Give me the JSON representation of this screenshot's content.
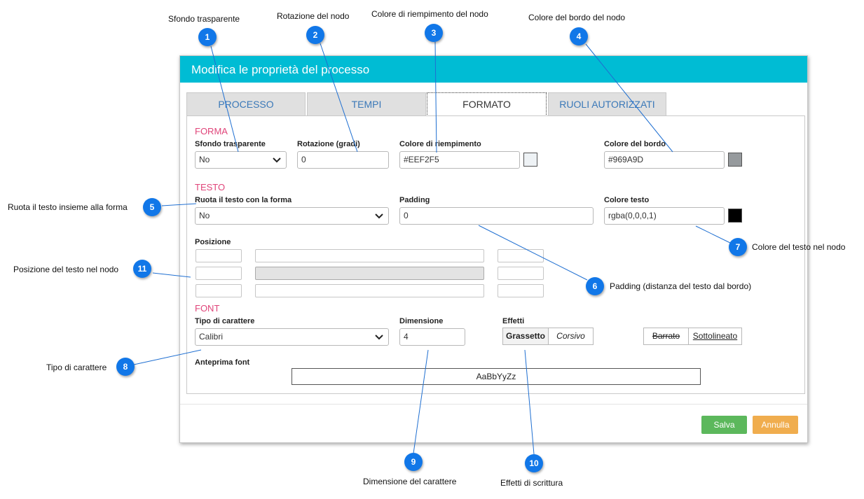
{
  "dialog": {
    "title": "Modifica le proprietà del processo",
    "tabs": [
      "PROCESSO",
      "TEMPI",
      "FORMATO",
      "RUOLI AUTORIZZATI"
    ],
    "colors": {
      "header": "#00bcd4",
      "section": "#e0457a",
      "tab_link": "#3a78b8",
      "save": "#5cb85c",
      "cancel": "#f0ad4e"
    }
  },
  "forma": {
    "heading": "FORMA",
    "transparent_label": "Sfondo trasparente",
    "transparent_value": "No",
    "rotation_label": "Rotazione (gradi)",
    "rotation_value": "0",
    "fill_label": "Colore di riempimento",
    "fill_value": "#EEF2F5",
    "fill_color": "#EEF2F5",
    "border_label": "Colore del bordo",
    "border_value": "#969A9D",
    "border_color": "#969A9D"
  },
  "testo": {
    "heading": "TESTO",
    "rotate_label": "Ruota il testo con la forma",
    "rotate_value": "No",
    "padding_label": "Padding",
    "padding_value": "0",
    "color_label": "Colore testo",
    "color_value": "rgba(0,0,0,1)",
    "color_swatch": "#000000",
    "position_label": "Posizione"
  },
  "font": {
    "heading": "FONT",
    "type_label": "Tipo di carattere",
    "type_value": "Calibri",
    "size_label": "Dimensione",
    "size_value": "4",
    "effects_label": "Effetti",
    "bold": "Grassetto",
    "italic": "Corsivo",
    "strike": "Barrato",
    "underline": "Sottolineato",
    "preview_label": "Anteprima font",
    "preview_text": "AaBbYyZz"
  },
  "buttons": {
    "save": "Salva",
    "cancel": "Annulla"
  },
  "annotations": {
    "n1": "1",
    "t1": "Sfondo trasparente",
    "n2": "2",
    "t2": "Rotazione del nodo",
    "n3": "3",
    "t3": "Colore di riempimento del nodo",
    "n4": "4",
    "t4": "Colore del bordo del nodo",
    "n5": "5",
    "t5": "Ruota il testo insieme alla forma",
    "n6": "6",
    "t6": "Padding (distanza del testo dal bordo)",
    "n7": "7",
    "t7": "Colore del testo nel nodo",
    "n8": "8",
    "t8": "Tipo di carattere",
    "n9": "9",
    "t9": "Dimensione del carattere",
    "n10": "10",
    "t10": "Effetti di scrittura",
    "n11": "11",
    "t11": "Posizione del testo nel nodo",
    "callout_color": "#1177e8"
  }
}
